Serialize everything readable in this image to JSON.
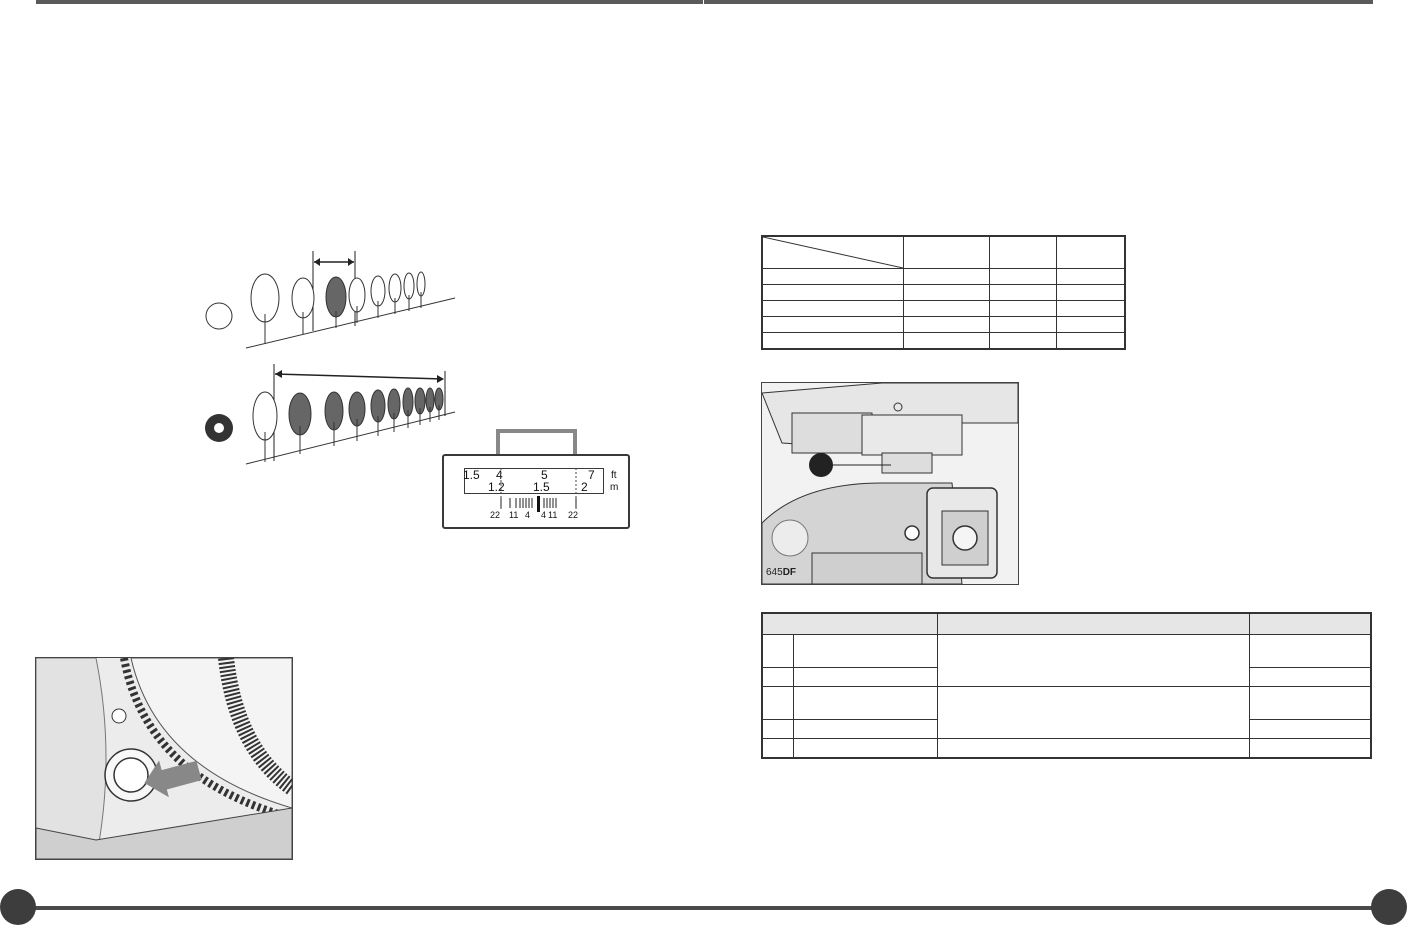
{
  "page": {
    "left_page_number": "",
    "right_page_number": ""
  },
  "dof_figure": {
    "icon_small_aperture": "aperture-open-icon",
    "icon_large_aperture": "aperture-closed-icon"
  },
  "dof_scale": {
    "ft_values": [
      "1.5",
      "4",
      "5",
      "7"
    ],
    "m_values": [
      "1.2",
      "1.5",
      "2"
    ],
    "ft_unit": "ft",
    "m_unit": "m",
    "aperture_marks": [
      "22",
      "11",
      "4",
      "4",
      "11",
      "22"
    ]
  },
  "table_top": {
    "rows": 5,
    "cols": 4
  },
  "table_bottom": {
    "rows": 5,
    "cols": 4
  },
  "photos": {
    "camera_button": "camera-dof-button-photo",
    "flash_mount": "camera-flash-mount-photo",
    "model_label": "645DF"
  }
}
